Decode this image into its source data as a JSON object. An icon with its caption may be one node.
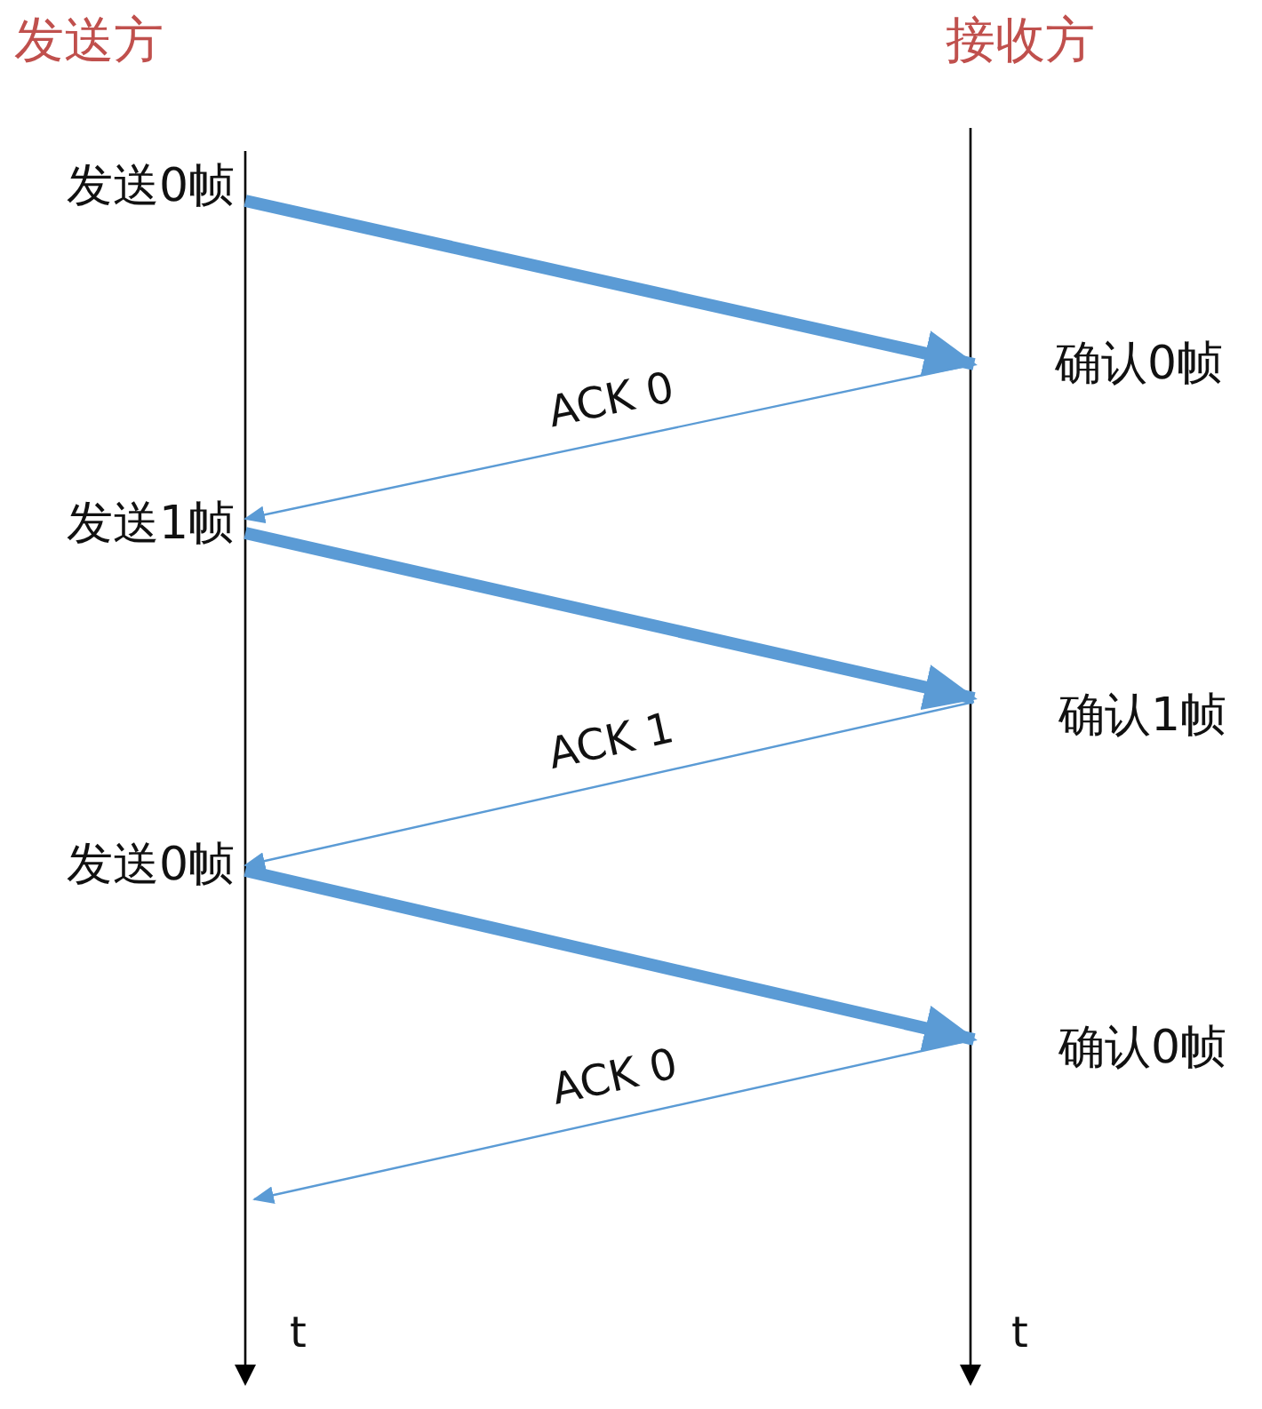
{
  "diagram": {
    "nodes": [
      {
        "text": [
          "发送0帧"
        ]
      },
      {
        "text": [
          "确认0帧"
        ]
      },
      {
        "text": [
          "发送1帧"
        ]
      },
      {
        "text": [
          "确认1帧"
        ]
      },
      {
        "text": [
          "发送0帧"
        ]
      },
      {
        "text": [
          "确认0帧"
        ]
      },
      {
        "text": [],
        "shape": "line"
      }
    ],
    "edges": [
      {
        "from": 0,
        "to": 1,
        "arrow": "to",
        "style": "thick"
      },
      {
        "from": 1,
        "to": 2,
        "arrow": "to",
        "label": "ACK 0"
      },
      {
        "from": 2,
        "to": 3,
        "arrow": "to",
        "style": "thick"
      },
      {
        "from": 3,
        "to": 4,
        "arrow": "to",
        "label": "ACK 1"
      },
      {
        "from": 4,
        "to": 5,
        "arrow": "to",
        "style": "thick"
      },
      {
        "from": 5,
        "to": 6,
        "arrow": "to",
        "label": "ACK 0"
      }
    ],
    "labels": [
      "发送方",
      "接收方",
      "t",
      "t"
    ]
  }
}
